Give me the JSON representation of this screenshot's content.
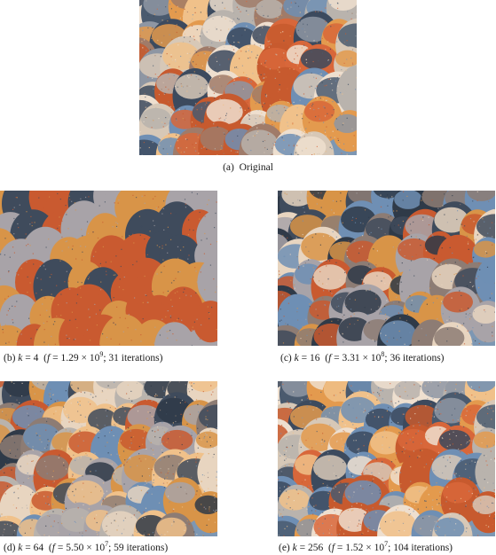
{
  "figure": {
    "panels": [
      {
        "id": "a",
        "label": "(a)",
        "text": "Original",
        "k": "",
        "f_mantissa": "",
        "f_exp": "",
        "iterations": "",
        "palette": [
          "#4a5a6e",
          "#3c4a5e",
          "#d8673a",
          "#c75a2e",
          "#e39a4e",
          "#f0c18a",
          "#b9b3ad",
          "#d7c8b7",
          "#8e96a3",
          "#6f8fb4",
          "#eedfcf",
          "#a07b69"
        ]
      },
      {
        "id": "b",
        "label": "(b)",
        "k": "4",
        "f_mantissa": "1.29",
        "f_exp": "9",
        "iterations": "31 iterations",
        "palette": [
          "#3f4b5c",
          "#c95a30",
          "#a8a3a8",
          "#d89448"
        ]
      },
      {
        "id": "c",
        "label": "(c)",
        "k": "16",
        "f_mantissa": "3.31",
        "f_exp": "8",
        "iterations": "36 iterations",
        "palette": [
          "#3f4b5c",
          "#c95a30",
          "#a8a3a8",
          "#d89448",
          "#6f8fb4",
          "#e8d5c0",
          "#8d7c74",
          "#2f3a48"
        ]
      },
      {
        "id": "d",
        "label": "(d)",
        "k": "64",
        "f_mantissa": "5.50",
        "f_exp": "7",
        "iterations": "59 iterations",
        "palette": [
          "#3f4b5c",
          "#c95a30",
          "#a8a3a8",
          "#d89448",
          "#6f8fb4",
          "#e8d5c0",
          "#8d7c74",
          "#2f3a48",
          "#f0c18a",
          "#b9b3ad"
        ]
      },
      {
        "id": "e",
        "label": "(e)",
        "k": "256",
        "f_mantissa": "1.52",
        "f_exp": "7",
        "iterations": "104 iterations",
        "palette": [
          "#4a5a6e",
          "#3c4a5e",
          "#d8673a",
          "#c75a2e",
          "#e39a4e",
          "#f0c18a",
          "#b9b3ad",
          "#d7c8b7",
          "#8e96a3",
          "#6f8fb4",
          "#eedfcf"
        ]
      }
    ],
    "symbols": {
      "k": "k",
      "f": "f",
      "equals": "=",
      "times": "×",
      "ten": "10",
      "semicolon": ";",
      "open_paren": "(",
      "close_paren": ")"
    }
  }
}
